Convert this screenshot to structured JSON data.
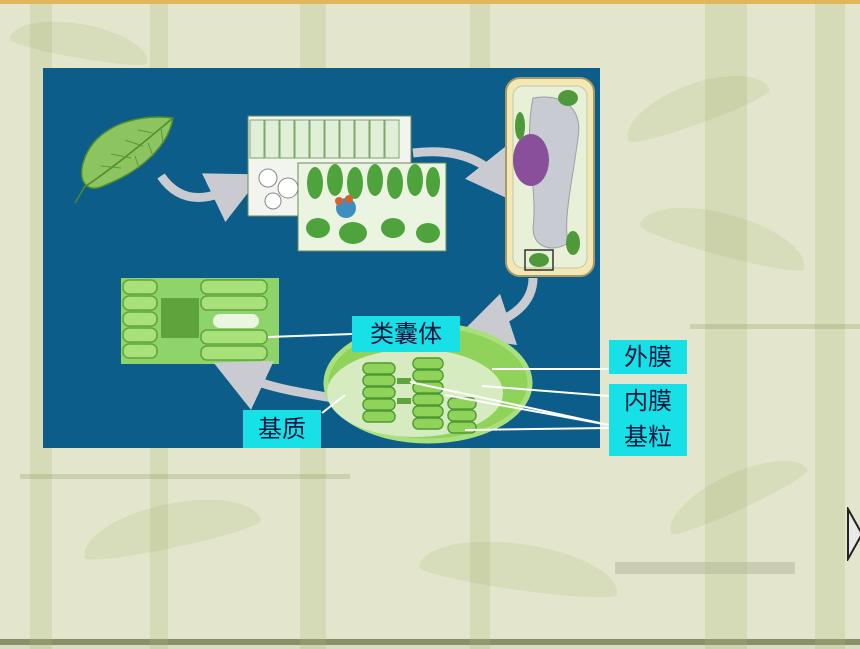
{
  "labels": {
    "thylakoid": "类囊体",
    "stroma": "基质",
    "outer_membrane": "外膜",
    "inner_membrane": "内膜",
    "grana": "基粒"
  },
  "colors": {
    "panel_bg": "#0d5d8a",
    "label_bg": "#17e1e7",
    "slide_bg": "#e3e6cc",
    "arrow": "#c9cbd0",
    "chloroplast": "#8fd35a"
  }
}
